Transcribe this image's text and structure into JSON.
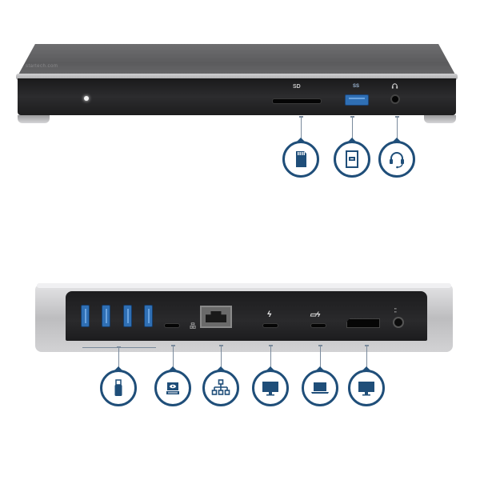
{
  "image": {
    "subject": "Docking station product image with port callouts",
    "background_color": "#ffffff",
    "callout_color": "#1f4e79"
  },
  "front_view": {
    "logo_text": "startech.com",
    "labels": {
      "sd": "SD",
      "usb": "SS",
      "audio": "🎧"
    },
    "ports": [
      {
        "name": "Power LED"
      },
      {
        "name": "SD card slot",
        "label": "SD"
      },
      {
        "name": "USB-A port",
        "color": "#2f6fb4"
      },
      {
        "name": "Headset jack"
      }
    ],
    "callouts": [
      {
        "icon": "sd-card-icon"
      },
      {
        "icon": "fast-charge-usb-icon"
      },
      {
        "icon": "headset-icon"
      }
    ]
  },
  "rear_view": {
    "labels": {
      "network": "品",
      "thunderbolt": "ϟ",
      "thunderbolt_laptop": "▭ϟ",
      "dc_in": "DC IN\n20V 6A"
    },
    "ports": [
      {
        "name": "USB-A port 1",
        "color": "#2f6fb4"
      },
      {
        "name": "USB-A port 2",
        "color": "#2f6fb4"
      },
      {
        "name": "USB-A port 3",
        "color": "#2f6fb4"
      },
      {
        "name": "USB-A port 4",
        "color": "#2f6fb4"
      },
      {
        "name": "USB-C port"
      },
      {
        "name": "Gigabit Ethernet port"
      },
      {
        "name": "Thunderbolt 3 port"
      },
      {
        "name": "Thunderbolt 3 host port"
      },
      {
        "name": "DisplayPort"
      },
      {
        "name": "DC power input"
      }
    ],
    "callouts": [
      {
        "icon": "usb-flash-drive-icon"
      },
      {
        "icon": "external-drive-icon"
      },
      {
        "icon": "network-icon"
      },
      {
        "icon": "monitor-icon"
      },
      {
        "icon": "laptop-icon"
      },
      {
        "icon": "monitor-icon"
      }
    ]
  }
}
